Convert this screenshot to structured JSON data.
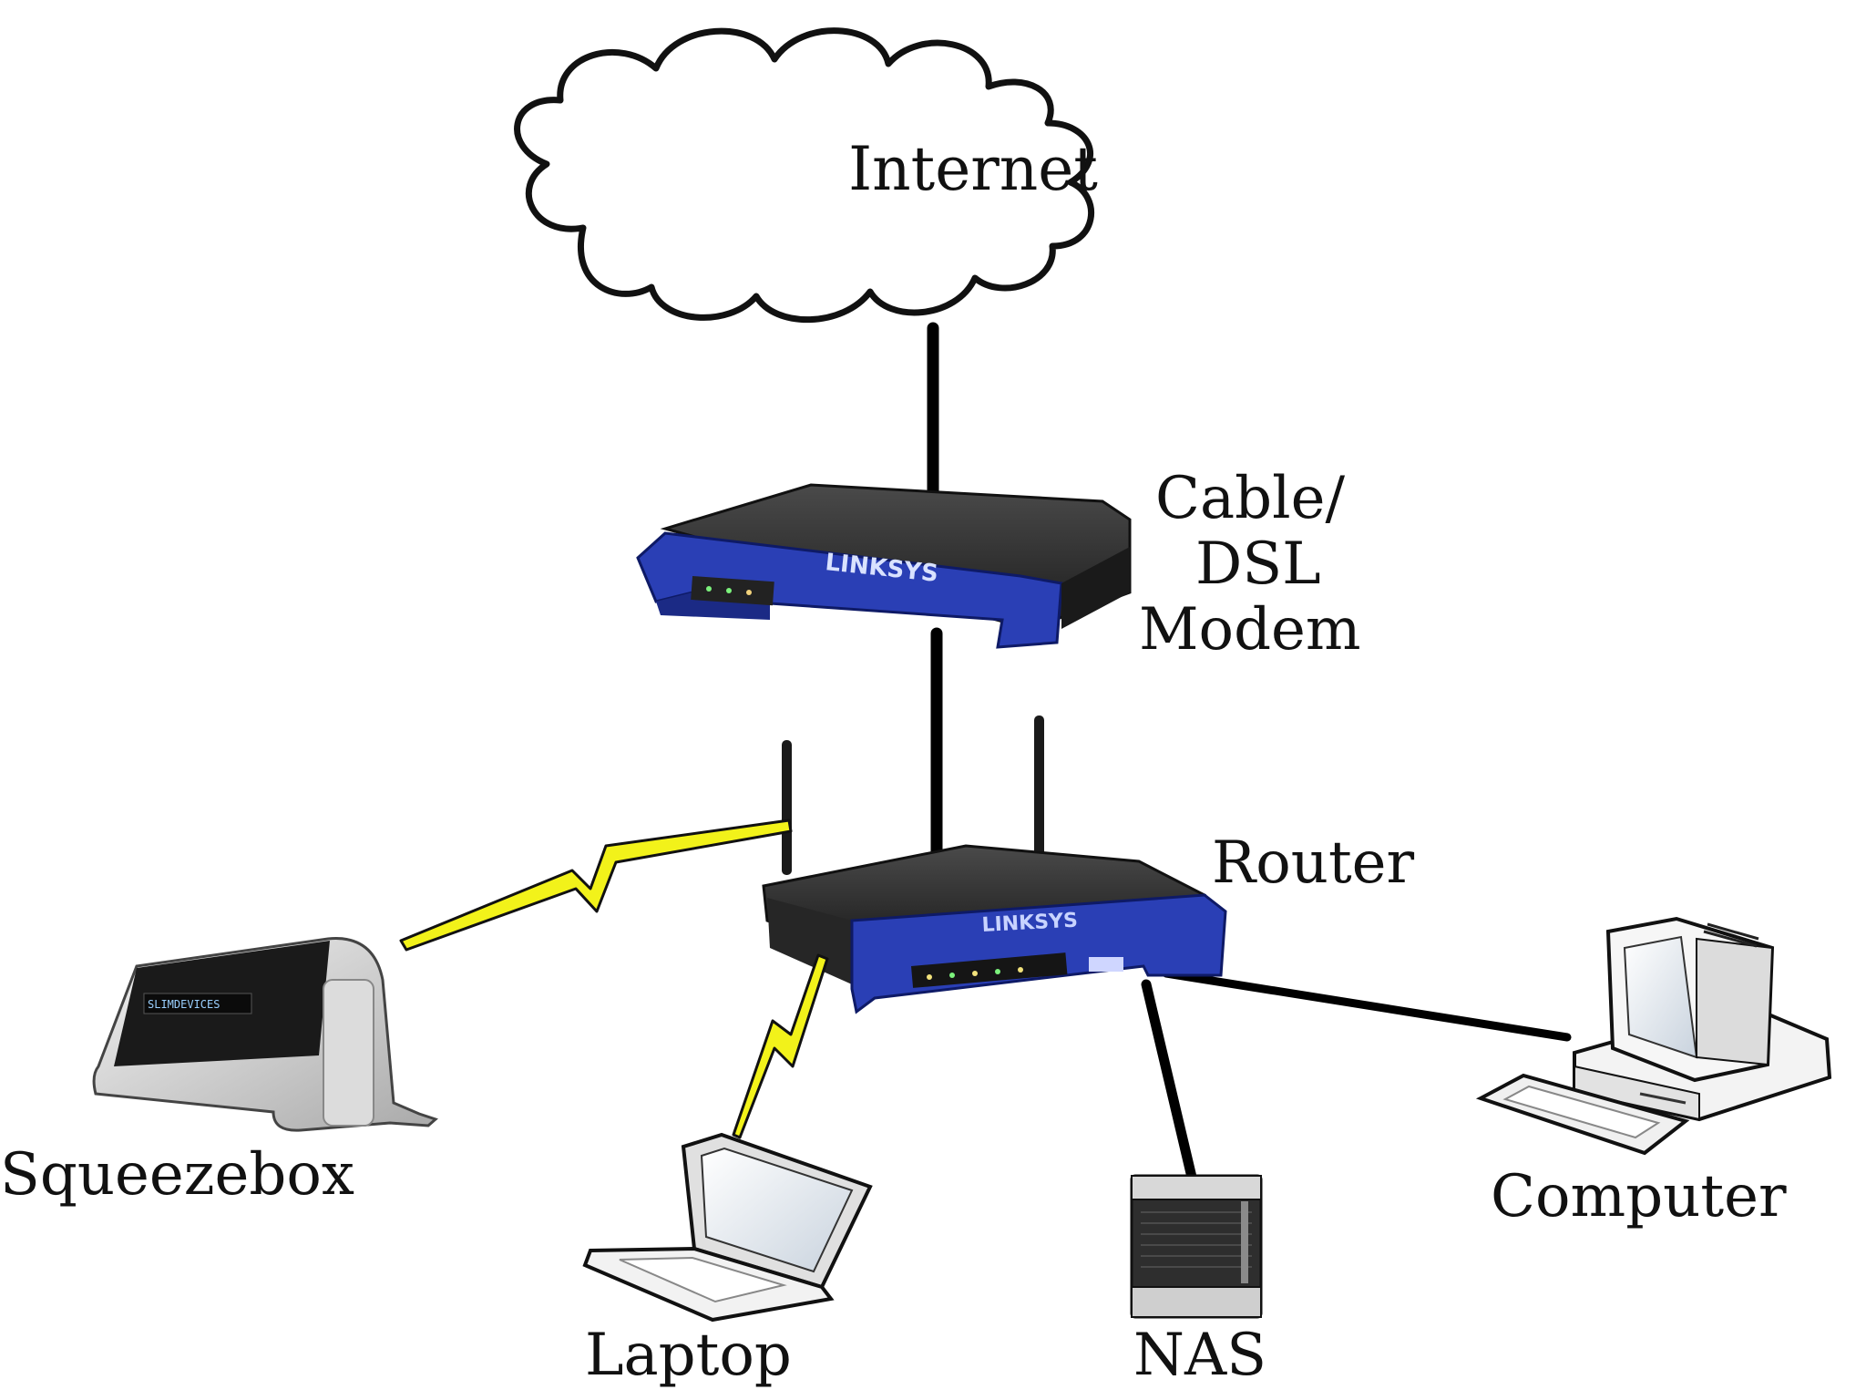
{
  "labels": {
    "internet": "Internet",
    "modem": [
      "Cable/",
      "DSL",
      "Modem"
    ],
    "router": "Router",
    "squeezebox": "Squeezebox",
    "laptop": "Laptop",
    "nas": "NAS",
    "computer": "Computer"
  },
  "devices": {
    "modem_brand": "LINKSYS",
    "router_brand": "LINKSYS",
    "squeezebox_display": "SLIMDEVICES"
  },
  "colors": {
    "linksys_blue": "#2a3fb5",
    "device_dark": "#2b2b2b",
    "wireless_yellow": "#f2f21a",
    "cable": "#000000"
  }
}
